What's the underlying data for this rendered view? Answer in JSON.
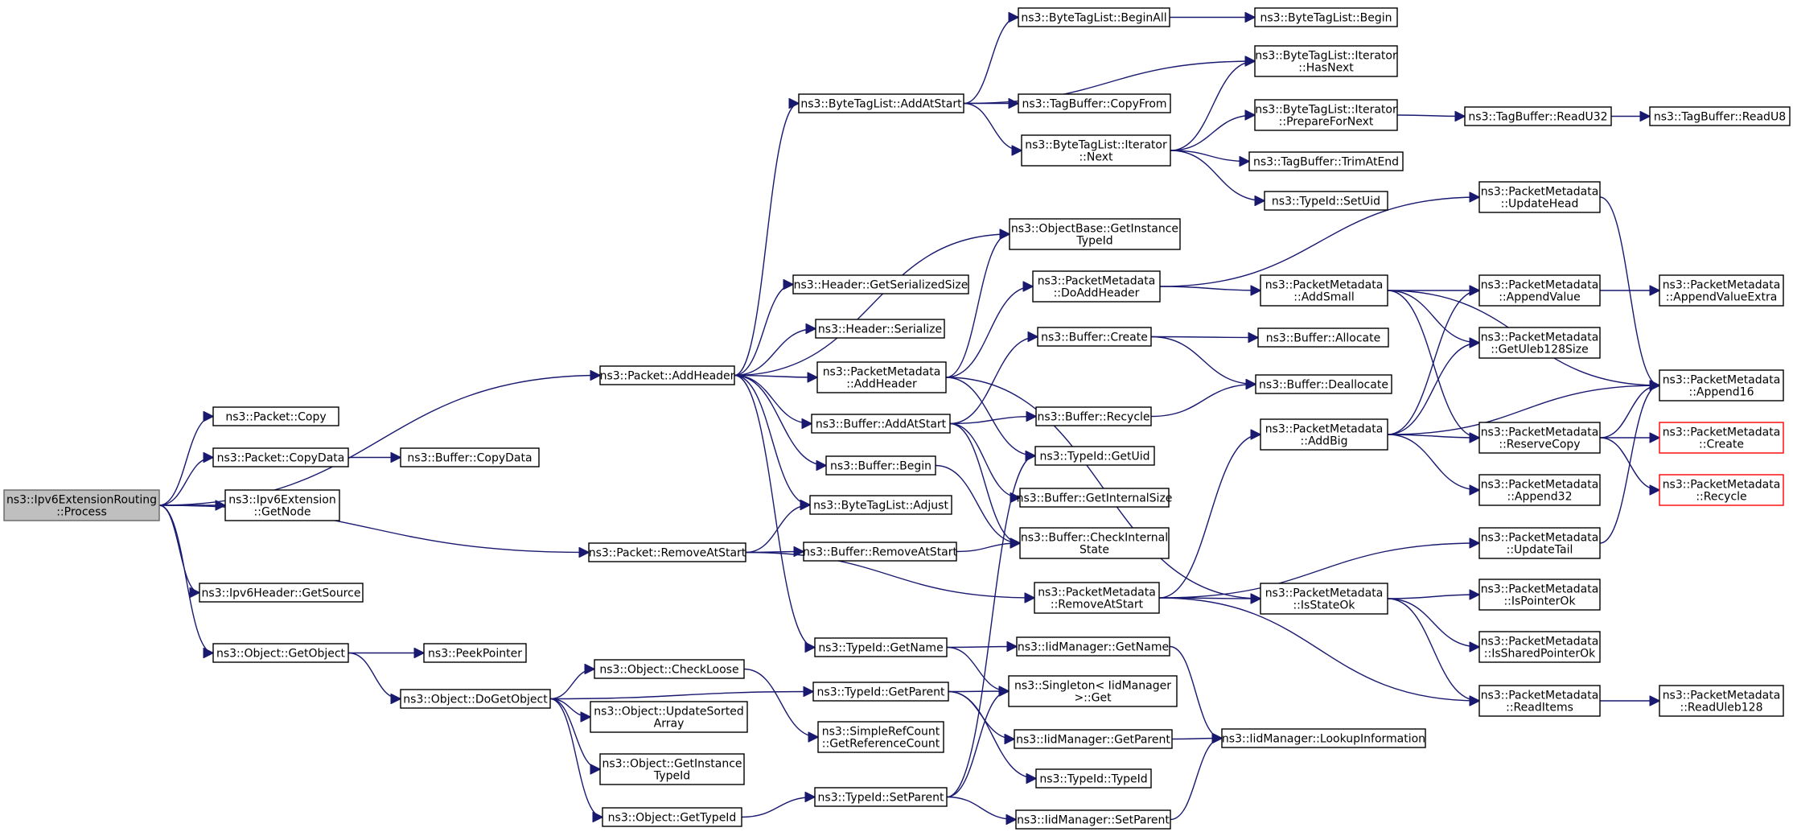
{
  "diagram": {
    "type": "call-graph",
    "edge_color": "#191970",
    "root_fill": "#bfbfbf",
    "nodes": [
      {
        "id": "root",
        "lines": [
          "ns3::Ipv6ExtensionRouting",
          "::Process"
        ],
        "style": "root"
      },
      {
        "id": "pkt_addheader",
        "lines": [
          "ns3::Packet::AddHeader"
        ]
      },
      {
        "id": "pkt_copy",
        "lines": [
          "ns3::Packet::Copy"
        ]
      },
      {
        "id": "pkt_copydata",
        "lines": [
          "ns3::Packet::CopyData"
        ]
      },
      {
        "id": "buf_copydata",
        "lines": [
          "ns3::Buffer::CopyData"
        ]
      },
      {
        "id": "ipv6ext_getnode",
        "lines": [
          "ns3::Ipv6Extension",
          "::GetNode"
        ]
      },
      {
        "id": "pkt_removeatstart",
        "lines": [
          "ns3::Packet::RemoveAtStart"
        ]
      },
      {
        "id": "ipv6hdr_getsource",
        "lines": [
          "ns3::Ipv6Header::GetSource"
        ]
      },
      {
        "id": "obj_getobject",
        "lines": [
          "ns3::Object::GetObject"
        ]
      },
      {
        "id": "peekpointer",
        "lines": [
          "ns3::PeekPointer"
        ]
      },
      {
        "id": "obj_dogetobject",
        "lines": [
          "ns3::Object::DoGetObject"
        ]
      },
      {
        "id": "btl_addatstart",
        "lines": [
          "ns3::ByteTagList::AddAtStart"
        ]
      },
      {
        "id": "btl_beginall",
        "lines": [
          "ns3::ByteTagList::BeginAll"
        ]
      },
      {
        "id": "btl_begin",
        "lines": [
          "ns3::ByteTagList::Begin"
        ]
      },
      {
        "id": "btli_hasnext",
        "lines": [
          "ns3::ByteTagList::Iterator",
          "::HasNext"
        ]
      },
      {
        "id": "tb_copyfrom",
        "lines": [
          "ns3::TagBuffer::CopyFrom"
        ]
      },
      {
        "id": "btli_next",
        "lines": [
          "ns3::ByteTagList::Iterator",
          "::Next"
        ]
      },
      {
        "id": "btli_prepare",
        "lines": [
          "ns3::ByteTagList::Iterator",
          "::PrepareForNext"
        ]
      },
      {
        "id": "tb_readu32",
        "lines": [
          "ns3::TagBuffer::ReadU32"
        ]
      },
      {
        "id": "tb_readu8",
        "lines": [
          "ns3::TagBuffer::ReadU8"
        ]
      },
      {
        "id": "tb_trimatend",
        "lines": [
          "ns3::TagBuffer::TrimAtEnd"
        ]
      },
      {
        "id": "typeid_setuid",
        "lines": [
          "ns3::TypeId::SetUid"
        ]
      },
      {
        "id": "objbase_getinstancetypeid",
        "lines": [
          "ns3::ObjectBase::GetInstance",
          "TypeId"
        ]
      },
      {
        "id": "hdr_getserializedsize",
        "lines": [
          "ns3::Header::GetSerializedSize"
        ]
      },
      {
        "id": "hdr_serialize",
        "lines": [
          "ns3::Header::Serialize"
        ]
      },
      {
        "id": "pm_addheader",
        "lines": [
          "ns3::PacketMetadata",
          "::AddHeader"
        ]
      },
      {
        "id": "buf_addatstart",
        "lines": [
          "ns3::Buffer::AddAtStart"
        ]
      },
      {
        "id": "buf_begin",
        "lines": [
          "ns3::Buffer::Begin"
        ]
      },
      {
        "id": "btl_adjust",
        "lines": [
          "ns3::ByteTagList::Adjust"
        ]
      },
      {
        "id": "buf_removeatstart",
        "lines": [
          "ns3::Buffer::RemoveAtStart"
        ]
      },
      {
        "id": "typeid_getname",
        "lines": [
          "ns3::TypeId::GetName"
        ]
      },
      {
        "id": "typeid_getparent",
        "lines": [
          "ns3::TypeId::GetParent"
        ]
      },
      {
        "id": "typeid_setparent",
        "lines": [
          "ns3::TypeId::SetParent"
        ]
      },
      {
        "id": "obj_checkloose",
        "lines": [
          "ns3::Object::CheckLoose"
        ]
      },
      {
        "id": "obj_updatesortedarray",
        "lines": [
          "ns3::Object::UpdateSorted",
          "Array"
        ]
      },
      {
        "id": "obj_getinstancetypeid",
        "lines": [
          "ns3::Object::GetInstance",
          "TypeId"
        ]
      },
      {
        "id": "obj_gettypeid",
        "lines": [
          "ns3::Object::GetTypeId"
        ]
      },
      {
        "id": "src_getrefcount",
        "lines": [
          "ns3::SimpleRefCount",
          "::GetReferenceCount"
        ]
      },
      {
        "id": "pm_doaddheader",
        "lines": [
          "ns3::PacketMetadata",
          "::DoAddHeader"
        ]
      },
      {
        "id": "pm_updatehead",
        "lines": [
          "ns3::PacketMetadata",
          "::UpdateHead"
        ]
      },
      {
        "id": "pm_addsmall",
        "lines": [
          "ns3::PacketMetadata",
          "::AddSmall"
        ]
      },
      {
        "id": "buf_create",
        "lines": [
          "ns3::Buffer::Create"
        ]
      },
      {
        "id": "buf_allocate",
        "lines": [
          "ns3::Buffer::Allocate"
        ]
      },
      {
        "id": "buf_deallocate",
        "lines": [
          "ns3::Buffer::Deallocate"
        ]
      },
      {
        "id": "buf_recycle",
        "lines": [
          "ns3::Buffer::Recycle"
        ]
      },
      {
        "id": "typeid_getuid",
        "lines": [
          "ns3::TypeId::GetUid"
        ]
      },
      {
        "id": "buf_getinternalsize",
        "lines": [
          "ns3::Buffer::GetInternalSize"
        ]
      },
      {
        "id": "buf_checkinternalstate",
        "lines": [
          "ns3::Buffer::CheckInternal",
          "State"
        ]
      },
      {
        "id": "pm_removeatstart",
        "lines": [
          "ns3::PacketMetadata",
          "::RemoveAtStart"
        ]
      },
      {
        "id": "iid_getname",
        "lines": [
          "ns3::IidManager::GetName"
        ]
      },
      {
        "id": "singleton_get",
        "lines": [
          "ns3::Singleton< IidManager",
          ">::Get"
        ]
      },
      {
        "id": "iid_getparent",
        "lines": [
          "ns3::IidManager::GetParent"
        ]
      },
      {
        "id": "typeid_typeid",
        "lines": [
          "ns3::TypeId::TypeId"
        ]
      },
      {
        "id": "iid_setparent",
        "lines": [
          "ns3::IidManager::SetParent"
        ]
      },
      {
        "id": "iid_lookup",
        "lines": [
          "ns3::IidManager::LookupInformation"
        ]
      },
      {
        "id": "pm_appendvalue",
        "lines": [
          "ns3::PacketMetadata",
          "::AppendValue"
        ]
      },
      {
        "id": "pm_getuleb128size",
        "lines": [
          "ns3::PacketMetadata",
          "::GetUleb128Size"
        ]
      },
      {
        "id": "pm_addbig",
        "lines": [
          "ns3::PacketMetadata",
          "::AddBig"
        ]
      },
      {
        "id": "pm_reservecopy",
        "lines": [
          "ns3::PacketMetadata",
          "::ReserveCopy"
        ]
      },
      {
        "id": "pm_append32",
        "lines": [
          "ns3::PacketMetadata",
          "::Append32"
        ]
      },
      {
        "id": "pm_updatetail",
        "lines": [
          "ns3::PacketMetadata",
          "::UpdateTail"
        ]
      },
      {
        "id": "pm_isstateok",
        "lines": [
          "ns3::PacketMetadata",
          "::IsStateOk"
        ]
      },
      {
        "id": "pm_ispointerok",
        "lines": [
          "ns3::PacketMetadata",
          "::IsPointerOk"
        ]
      },
      {
        "id": "pm_issharedpointerok",
        "lines": [
          "ns3::PacketMetadata",
          "::IsSharedPointerOk"
        ]
      },
      {
        "id": "pm_readitems",
        "lines": [
          "ns3::PacketMetadata",
          "::ReadItems"
        ]
      },
      {
        "id": "pm_appendvalueextra",
        "lines": [
          "ns3::PacketMetadata",
          "::AppendValueExtra"
        ]
      },
      {
        "id": "pm_append16",
        "lines": [
          "ns3::PacketMetadata",
          "::Append16"
        ]
      },
      {
        "id": "pm_create",
        "lines": [
          "ns3::PacketMetadata",
          "::Create"
        ],
        "style": "red"
      },
      {
        "id": "pm_recycle",
        "lines": [
          "ns3::PacketMetadata",
          "::Recycle"
        ],
        "style": "red"
      },
      {
        "id": "pm_readuleb128",
        "lines": [
          "ns3::PacketMetadata",
          "::ReadUleb128"
        ]
      }
    ],
    "edges": [
      [
        "root",
        "pkt_addheader"
      ],
      [
        "root",
        "pkt_copy"
      ],
      [
        "root",
        "pkt_copydata"
      ],
      [
        "root",
        "ipv6ext_getnode"
      ],
      [
        "root",
        "pkt_removeatstart"
      ],
      [
        "root",
        "ipv6hdr_getsource"
      ],
      [
        "root",
        "obj_getobject"
      ],
      [
        "pkt_copydata",
        "buf_copydata"
      ],
      [
        "pkt_addheader",
        "btl_addatstart"
      ],
      [
        "pkt_addheader",
        "objbase_getinstancetypeid"
      ],
      [
        "pkt_addheader",
        "hdr_getserializedsize"
      ],
      [
        "pkt_addheader",
        "hdr_serialize"
      ],
      [
        "pkt_addheader",
        "pm_addheader"
      ],
      [
        "pkt_addheader",
        "buf_addatstart"
      ],
      [
        "pkt_addheader",
        "buf_begin"
      ],
      [
        "pkt_addheader",
        "btl_adjust"
      ],
      [
        "pkt_addheader",
        "typeid_getname"
      ],
      [
        "btl_addatstart",
        "btl_beginall"
      ],
      [
        "btl_addatstart",
        "btli_hasnext"
      ],
      [
        "btl_addatstart",
        "tb_copyfrom"
      ],
      [
        "btl_addatstart",
        "btli_next"
      ],
      [
        "btl_beginall",
        "btl_begin"
      ],
      [
        "btli_next",
        "btli_hasnext"
      ],
      [
        "btli_next",
        "btli_prepare"
      ],
      [
        "btli_next",
        "tb_trimatend"
      ],
      [
        "btli_next",
        "typeid_setuid"
      ],
      [
        "btli_prepare",
        "tb_readu32"
      ],
      [
        "tb_readu32",
        "tb_readu8"
      ],
      [
        "pm_addheader",
        "objbase_getinstancetypeid"
      ],
      [
        "pm_addheader",
        "pm_doaddheader"
      ],
      [
        "pm_addheader",
        "pm_isstateok"
      ],
      [
        "pm_addheader",
        "typeid_getuid"
      ],
      [
        "pm_doaddheader",
        "pm_updatehead"
      ],
      [
        "pm_doaddheader",
        "pm_addsmall"
      ],
      [
        "pm_updatehead",
        "pm_append16"
      ],
      [
        "pm_addsmall",
        "pm_appendvalue"
      ],
      [
        "pm_addsmall",
        "pm_getuleb128size"
      ],
      [
        "pm_addsmall",
        "pm_reservecopy"
      ],
      [
        "pm_addsmall",
        "pm_append16"
      ],
      [
        "pm_appendvalue",
        "pm_appendvalueextra"
      ],
      [
        "buf_addatstart",
        "buf_create"
      ],
      [
        "buf_addatstart",
        "buf_recycle"
      ],
      [
        "buf_addatstart",
        "buf_getinternalsize"
      ],
      [
        "buf_addatstart",
        "buf_checkinternalstate"
      ],
      [
        "buf_create",
        "buf_allocate"
      ],
      [
        "buf_create",
        "buf_deallocate"
      ],
      [
        "buf_recycle",
        "buf_deallocate"
      ],
      [
        "buf_begin",
        "buf_checkinternalstate"
      ],
      [
        "pkt_removeatstart",
        "btl_adjust"
      ],
      [
        "pkt_removeatstart",
        "buf_removeatstart"
      ],
      [
        "pkt_removeatstart",
        "pm_removeatstart"
      ],
      [
        "buf_removeatstart",
        "buf_checkinternalstate"
      ],
      [
        "pm_removeatstart",
        "pm_addbig"
      ],
      [
        "pm_removeatstart",
        "pm_updatetail"
      ],
      [
        "pm_removeatstart",
        "pm_isstateok"
      ],
      [
        "pm_removeatstart",
        "pm_readitems"
      ],
      [
        "pm_addbig",
        "pm_appendvalue"
      ],
      [
        "pm_addbig",
        "pm_getuleb128size"
      ],
      [
        "pm_addbig",
        "pm_reservecopy"
      ],
      [
        "pm_addbig",
        "pm_append16"
      ],
      [
        "pm_addbig",
        "pm_append32"
      ],
      [
        "pm_reservecopy",
        "pm_append16"
      ],
      [
        "pm_reservecopy",
        "pm_create"
      ],
      [
        "pm_reservecopy",
        "pm_recycle"
      ],
      [
        "pm_updatetail",
        "pm_append16"
      ],
      [
        "pm_isstateok",
        "pm_ispointerok"
      ],
      [
        "pm_isstateok",
        "pm_issharedpointerok"
      ],
      [
        "pm_isstateok",
        "pm_readitems"
      ],
      [
        "pm_readitems",
        "pm_readuleb128"
      ],
      [
        "obj_getobject",
        "peekpointer"
      ],
      [
        "obj_getobject",
        "obj_dogetobject"
      ],
      [
        "obj_dogetobject",
        "obj_checkloose"
      ],
      [
        "obj_dogetobject",
        "obj_updatesortedarray"
      ],
      [
        "obj_dogetobject",
        "obj_getinstancetypeid"
      ],
      [
        "obj_dogetobject",
        "obj_gettypeid"
      ],
      [
        "obj_dogetobject",
        "typeid_getparent"
      ],
      [
        "obj_checkloose",
        "src_getrefcount"
      ],
      [
        "obj_gettypeid",
        "typeid_setparent"
      ],
      [
        "typeid_setparent",
        "typeid_getuid"
      ],
      [
        "typeid_setparent",
        "singleton_get"
      ],
      [
        "typeid_setparent",
        "iid_setparent"
      ],
      [
        "typeid_getname",
        "iid_getname"
      ],
      [
        "typeid_getname",
        "singleton_get"
      ],
      [
        "typeid_getparent",
        "singleton_get"
      ],
      [
        "typeid_getparent",
        "iid_getparent"
      ],
      [
        "typeid_getparent",
        "typeid_typeid"
      ],
      [
        "iid_getname",
        "iid_lookup"
      ],
      [
        "iid_getparent",
        "iid_lookup"
      ],
      [
        "iid_setparent",
        "iid_lookup"
      ]
    ]
  }
}
